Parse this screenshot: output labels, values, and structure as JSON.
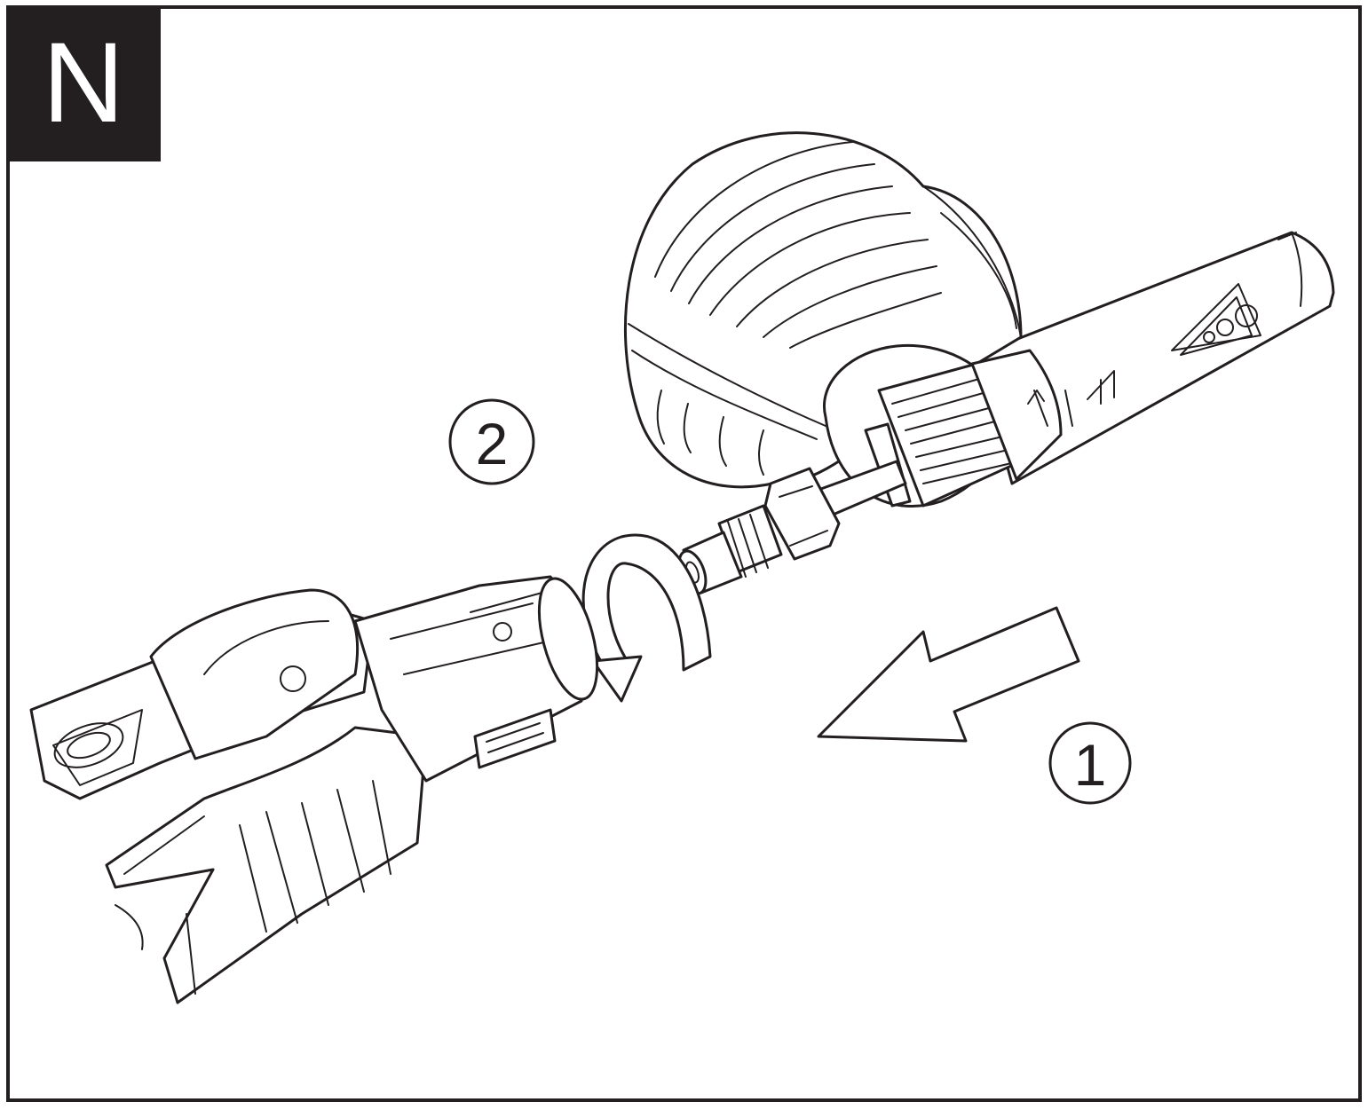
{
  "figure": {
    "step_letter": "N",
    "callouts": [
      {
        "id": "twist",
        "label": "2"
      },
      {
        "id": "push",
        "label": "1"
      }
    ]
  },
  "colors": {
    "ink": "#231f20",
    "paper": "#ffffff"
  }
}
